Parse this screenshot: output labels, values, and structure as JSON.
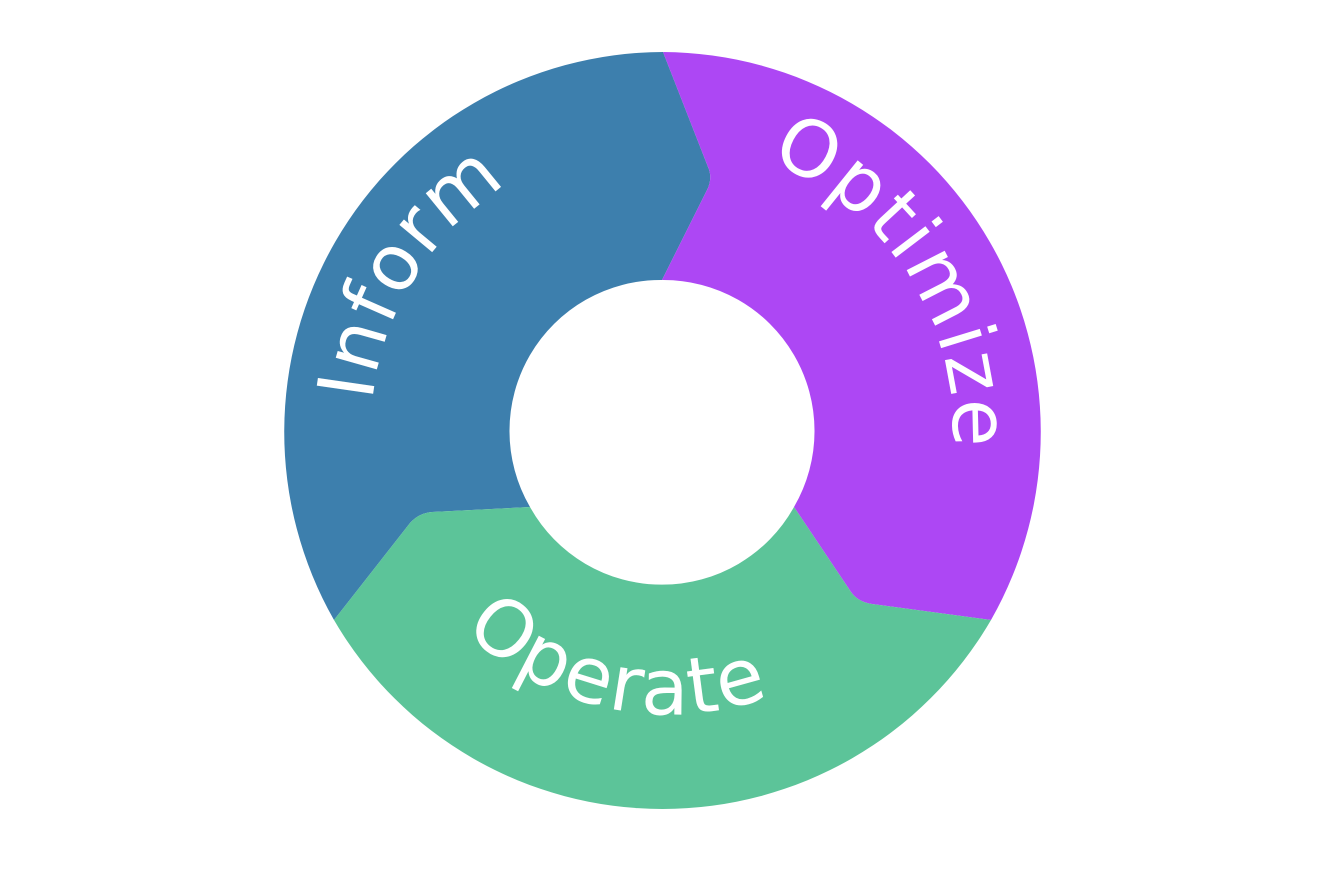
{
  "diagram": {
    "type": "cycle",
    "segments": [
      {
        "id": "inform",
        "label": "Inform",
        "color": "#3d7fad"
      },
      {
        "id": "optimize",
        "label": "Optimize",
        "color": "#ad47f4"
      },
      {
        "id": "operate",
        "label": "Operate",
        "color": "#5cc499"
      }
    ],
    "background": "#ffffff"
  }
}
